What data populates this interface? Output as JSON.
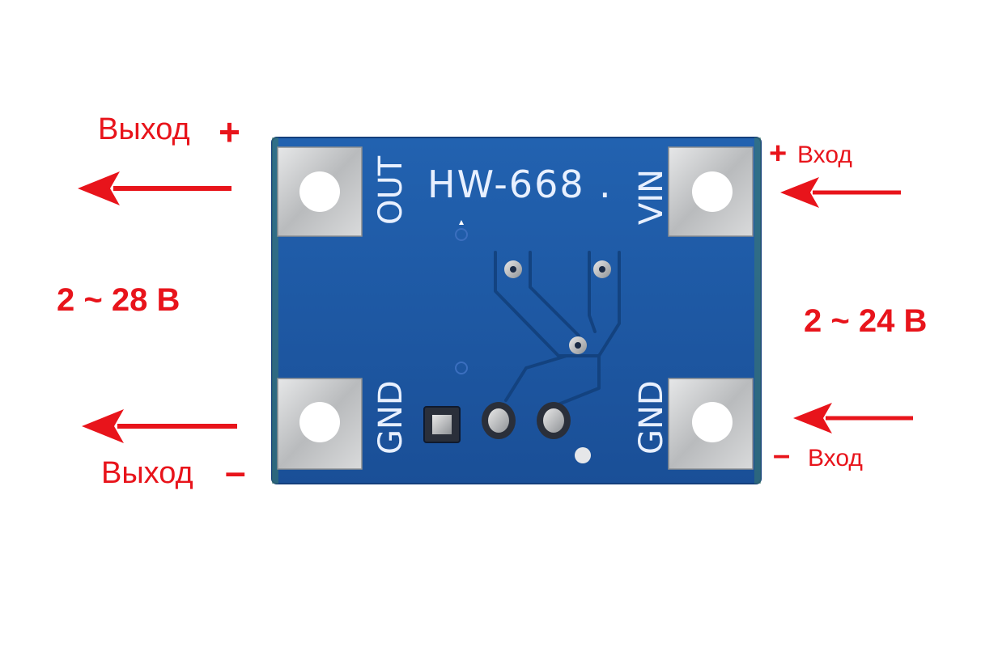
{
  "labels": {
    "out_plus_text": "Выход",
    "out_plus_sign": "+",
    "out_minus_text": "Выход",
    "out_minus_sign": "–",
    "in_plus_sign": "+",
    "in_plus_text": "Вход",
    "in_minus_sign": "–",
    "in_minus_text": "Вход",
    "output_voltage": "2 ~ 28 В",
    "input_voltage": "2 ~ 24 В"
  },
  "board": {
    "model": "HW-668",
    "model_dot": ".",
    "pin_out": "OUT",
    "pin_vin": "VIN",
    "pin_gnd_left": "GND",
    "pin_gnd_right": "GND"
  },
  "colors": {
    "accent": "#e8141b",
    "pcb": "#1e5aa6",
    "pad": "#c9cbcc",
    "silkscreen": "#e8f0ff"
  }
}
